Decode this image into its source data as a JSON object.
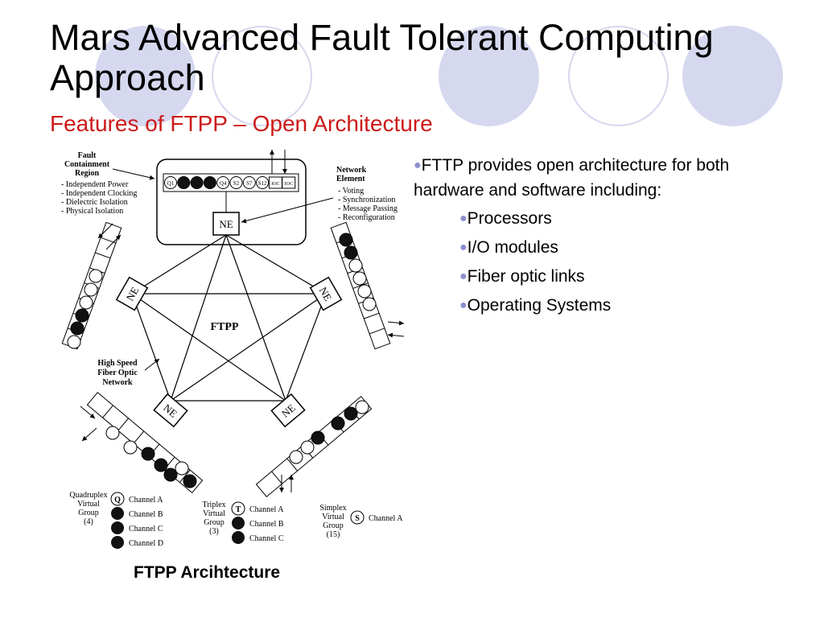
{
  "slide": {
    "title": "Mars Advanced Fault Tolerant Computing Approach",
    "subtitle": "Features of FTPP – Open Architecture",
    "caption": "FTPP Arcihtecture",
    "accent_color": "#cc1a1a",
    "decor_color": "#d6d8ef"
  },
  "bullets": {
    "intro": "FTTP provides open architecture for both hardware and software including:",
    "items": [
      "Processors",
      "I/O modules",
      "Fiber optic links",
      "Operating Systems"
    ]
  },
  "diagram": {
    "center_label": "FTPP",
    "ne_label": "NE",
    "fcr": {
      "title": [
        "Fault",
        "Containment",
        "Region"
      ],
      "items": [
        "- Independent Power",
        "- Independent Clocking",
        "- Dielectric Isolation",
        "- Physical Isolation"
      ]
    },
    "network_element": {
      "title": [
        "Network",
        "Element"
      ],
      "items": [
        "- Voting",
        "- Synchronization",
        "- Message Passing",
        "- Reconfiguration"
      ]
    },
    "fiber_label": [
      "High Speed",
      "Fiber Optic",
      "Network"
    ],
    "top_slots": [
      "Q1",
      "",
      "",
      "",
      "Q4",
      "S2",
      "S7",
      "S12",
      "IOC",
      "IOC"
    ],
    "top_filled": [
      false,
      true,
      true,
      true,
      false,
      false,
      false,
      false,
      false,
      false
    ],
    "legend": {
      "quad": {
        "title": [
          "Quadruplex",
          "Virtual",
          "Group",
          "(4)"
        ],
        "symbol": "Q",
        "channels": [
          "Channel A",
          "Channel B",
          "Channel C",
          "Channel D"
        ]
      },
      "triplex": {
        "title": [
          "Triplex",
          "Virtual",
          "Group",
          "(3)"
        ],
        "symbol": "T",
        "channels": [
          "Channel A",
          "Channel B",
          "Channel C"
        ]
      },
      "simplex": {
        "title": [
          "Simplex",
          "Virtual",
          "Group",
          "(15)"
        ],
        "symbol": "S",
        "channels": [
          "Channel A"
        ]
      }
    }
  }
}
